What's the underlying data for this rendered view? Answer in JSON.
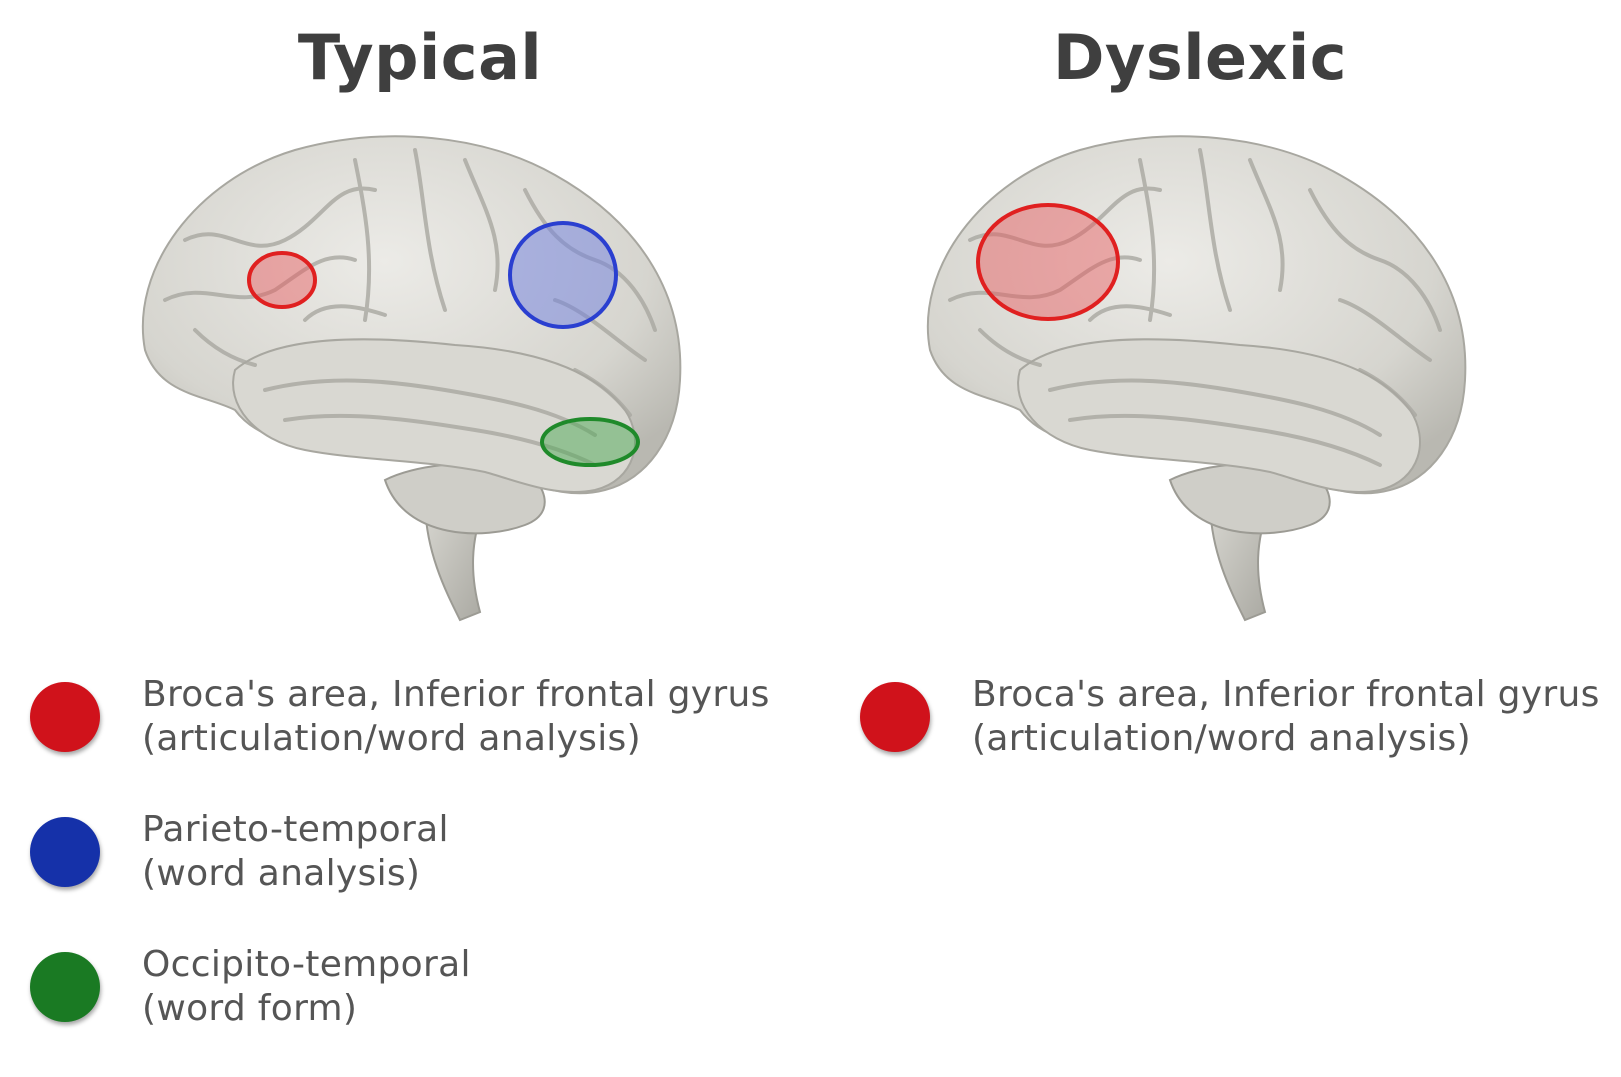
{
  "panels": {
    "typical": {
      "title": "Typical",
      "legend": [
        {
          "line1": "Broca's area, Inferior frontal gyrus",
          "line2": "(articulation/word analysis)",
          "color": "#d0121b"
        },
        {
          "line1": "Parieto-temporal",
          "line2": "(word analysis)",
          "color": "#1531a9"
        },
        {
          "line1": "Occipito-temporal",
          "line2": "(word form)",
          "color": "#1a7a23"
        }
      ]
    },
    "dyslexic": {
      "title": "Dyslexic",
      "legend": [
        {
          "line1": "Broca's area, Inferior frontal gyrus",
          "line2": "(articulation/word analysis)",
          "color": "#d0121b"
        }
      ]
    }
  },
  "colors": {
    "broca": "#e02020",
    "parieto_temporal": "#2a3fd0",
    "occipito_temporal": "#1f8a2a",
    "brain": "#dcdbd6"
  }
}
